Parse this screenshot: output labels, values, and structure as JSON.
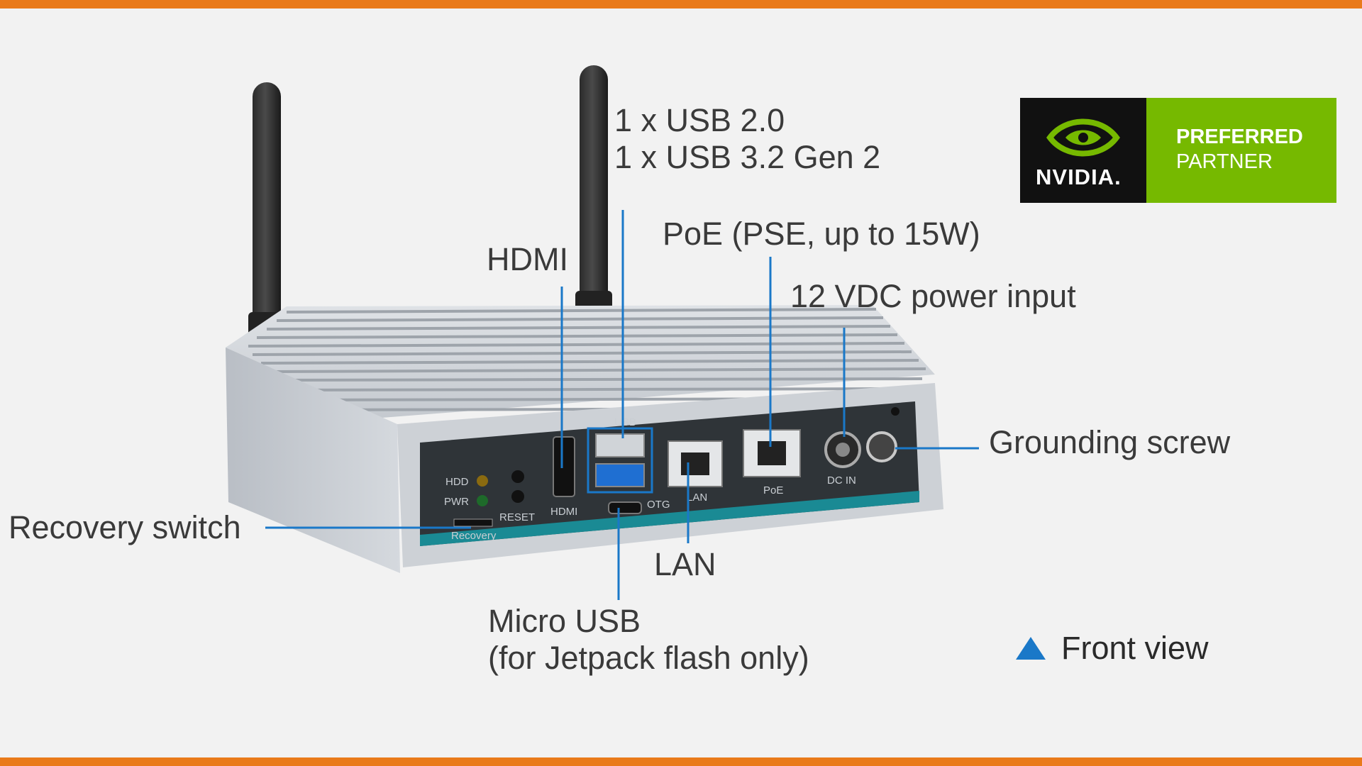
{
  "theme": {
    "accent_bar": "#e97a1a",
    "leader_line": "#1a78c8",
    "background": "#f2f2f2"
  },
  "callouts": {
    "usb": [
      "1 x USB 2.0",
      "1 x USB 3.2 Gen 2"
    ],
    "hdmi": "HDMI",
    "poe": "PoE (PSE, up to 15W)",
    "power": "12 VDC power input",
    "ground": "Grounding screw",
    "recovery": "Recovery switch",
    "lan": "LAN",
    "micro_usb": [
      "Micro USB",
      "(for Jetpack flash only)"
    ]
  },
  "legend": {
    "text": "Front view",
    "marker_color": "#1a78c8"
  },
  "badge": {
    "wordmark": "NVIDIA.",
    "line1": "PREFERRED",
    "line2": "PARTNER",
    "brand_green": "#76b900"
  },
  "panel_labels": {
    "hdd": "HDD",
    "pwr": "PWR",
    "reset": "RESET",
    "recovery": "Recovery",
    "hdmi": "HDMI",
    "usb": "USB",
    "otg": "OTG",
    "lan": "LAN",
    "poe": "PoE",
    "dc_in": "DC IN"
  }
}
